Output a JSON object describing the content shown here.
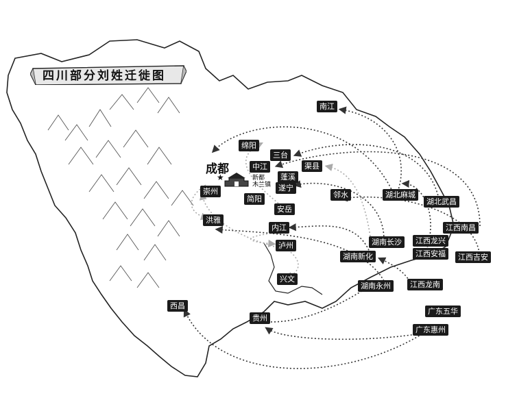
{
  "title": "四川部分刘姓迁徙图",
  "capital_label": "成都",
  "star_symbol": "★",
  "xindu_label": "新都",
  "xindu_sub": "木兰镇",
  "cities": {
    "nanjiang": "南江",
    "mianyang": "绵阳",
    "santai": "三台",
    "zhongjiang": "中江",
    "pengxi": "蓬溪",
    "quxian": "渠县",
    "chongzhou": "崇州",
    "suining": "遂宁",
    "jianyang": "简阳",
    "linshui": "邻水",
    "hongya": "洪雅",
    "anyue": "安岳",
    "neijiang": "内江",
    "luzhou": "泸州",
    "xingwen": "兴文",
    "xichang": "西昌",
    "guizhou": "贵州",
    "hubei_macheng": "湖北麻城",
    "hubei_wuchang": "湖北武昌",
    "jiangxi_nanchang": "江西南昌",
    "hunan_changsha": "湖南长沙",
    "jiangxi_longxing": "江西龙兴",
    "hunan_xinhua": "湖南新化",
    "jiangxi_anfu": "江西安福",
    "jiangxi_jian": "江西吉安",
    "hunan_yongzhou": "湖南永州",
    "jiangxi_longnan": "江西龙南",
    "guangdong_wuhua": "广东五华",
    "guangdong_huizhou": "广东惠州"
  },
  "colors": {
    "land": "#ffffff",
    "outline": "#222222",
    "route_dark": "#333333",
    "route_light": "#aaaaaa",
    "label_bg": "#1b1b1b"
  }
}
